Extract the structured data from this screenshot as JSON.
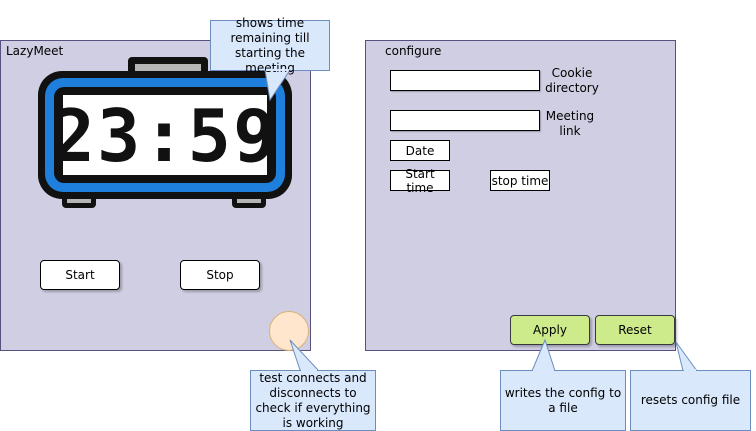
{
  "app": {
    "title": "LazyMeet"
  },
  "clock": {
    "display": "23:59",
    "frame_color": "#1f7fdc",
    "body_color": "#111111"
  },
  "controls": {
    "start_label": "Start",
    "stop_label": "Stop"
  },
  "config": {
    "title": "configure",
    "cookie_label": "Cookie directory",
    "cookie_value": "",
    "link_label": "Meeting link",
    "link_value": "",
    "date_label": "Date",
    "start_time_label": "Start time",
    "stop_time_label": "stop time",
    "apply_label": "Apply",
    "reset_label": "Reset"
  },
  "annotations": {
    "clock_note": "shows time remaining till starting the meeting",
    "test_note": "test connects and disconnects to check if everything is working",
    "apply_note": "writes the config to a file",
    "reset_note": "resets config file"
  },
  "colors": {
    "panel_bg": "#d0cee2",
    "callout_bg": "#dae8fc",
    "button_green": "#cdeb8b",
    "bubble": "#ffe6cc"
  }
}
